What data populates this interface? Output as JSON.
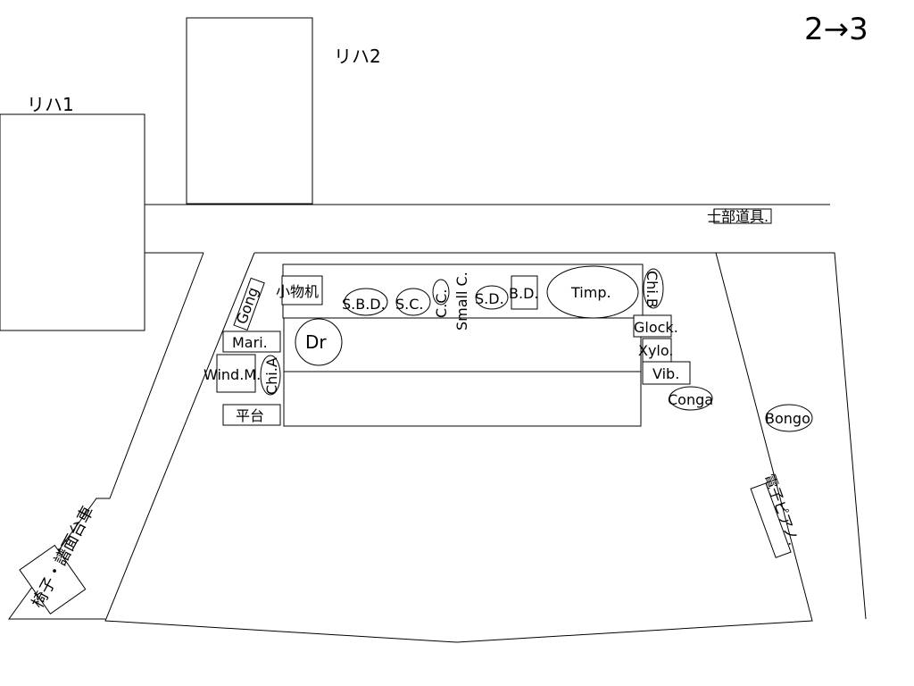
{
  "page_label": "2→3",
  "rooms": {
    "riha1": "リハ1",
    "riha2": "リハ2"
  },
  "storage": "士部道具.",
  "stage": {
    "items": {
      "komono_desk": "小物机",
      "sbd": "S.B.D.",
      "sc": "S.C.",
      "cc": "C.C.",
      "small_c": "Small C.",
      "sd": "S.D.",
      "bd": "B.D.",
      "timp": "Timp.",
      "chi_b": "Chi.B",
      "gong": "Gong",
      "mari": "Mari.",
      "dr": "Dr",
      "wind_m": "Wind.M.",
      "chi_a": "Chi.A",
      "heidai": "平台",
      "glock": "Glock.",
      "xylo": "Xylo.",
      "vib": "Vib.",
      "conga": "Conga",
      "bongo": "Bongo",
      "e_piano": "電子ピアノ.",
      "chair_cart": "椅子・譜面台車"
    }
  }
}
